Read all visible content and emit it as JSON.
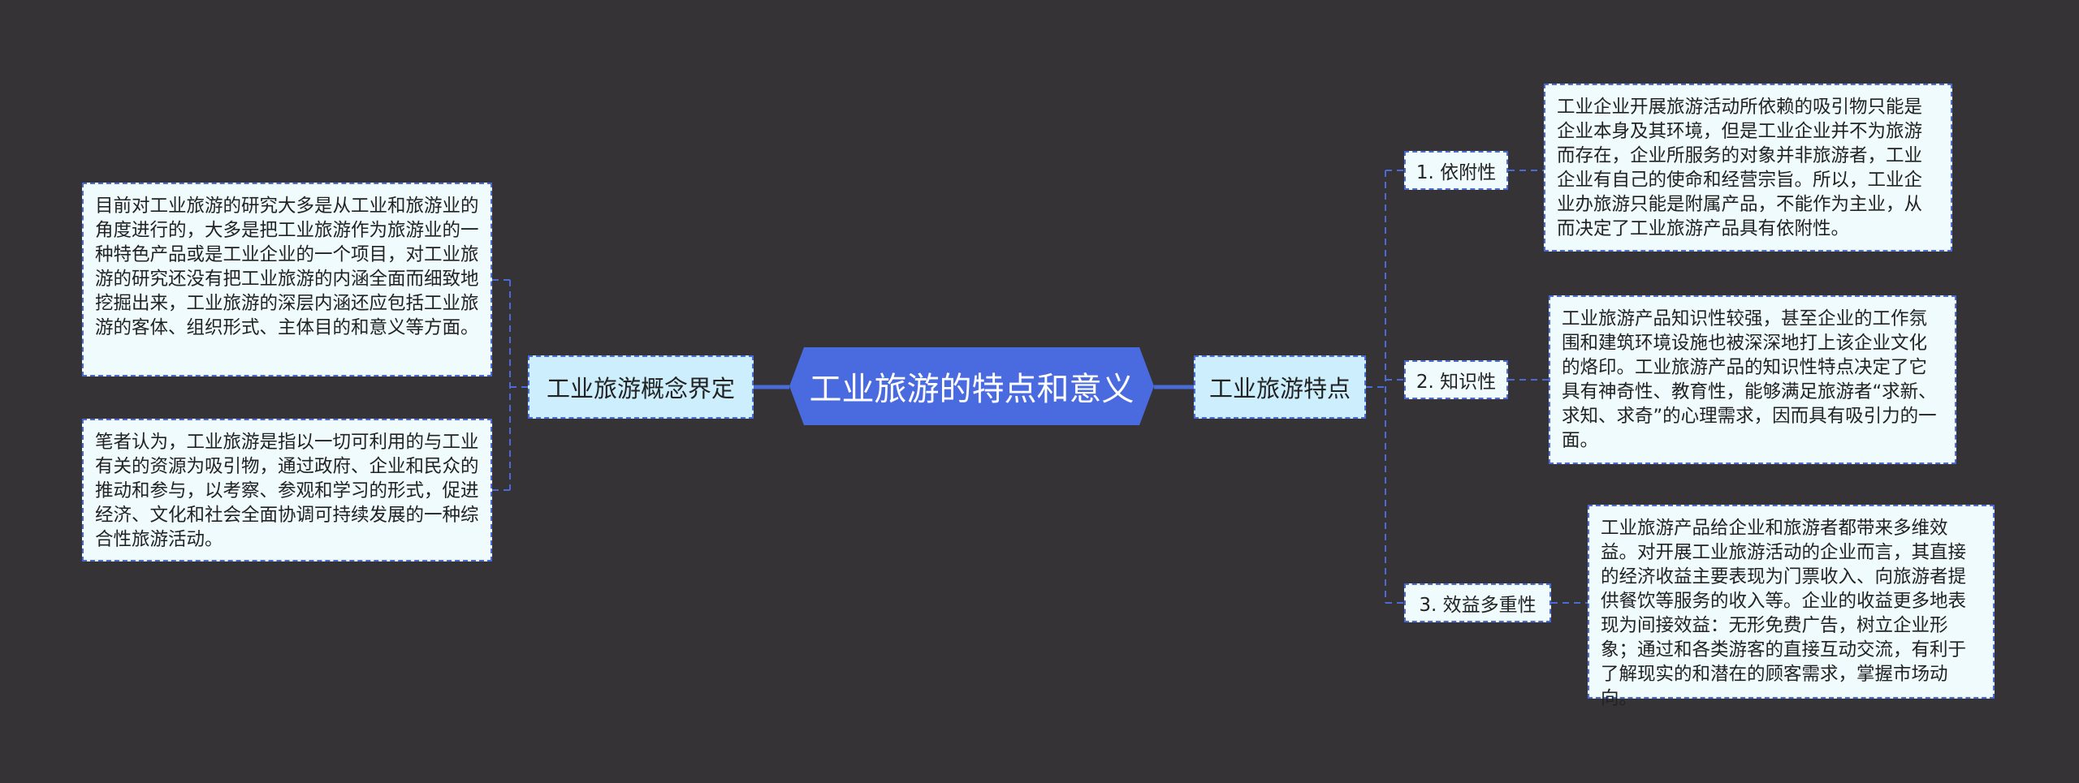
{
  "root": {
    "title": "工业旅游的特点和意义"
  },
  "left": {
    "branch": "工业旅游概念界定",
    "notes": [
      "目前对工业旅游的研究大多是从工业和旅游业的角度进行的，大多是把工业旅游作为旅游业的一种特色产品或是工业企业的一个项目，对工业旅游的研究还没有把工业旅游的内涵全面而细致地挖掘出来，工业旅游的深层内涵还应包括工业旅游的客体、组织形式、主体目的和意义等方面。",
      "笔者认为，工业旅游是指以一切可利用的与工业有关的资源为吸引物，通过政府、企业和民众的推动和参与，以考察、参观和学习的形式，促进经济、文化和社会全面协调可持续发展的一种综合性旅游活动。"
    ]
  },
  "right": {
    "branch": "工业旅游特点",
    "items": [
      {
        "label": "1. 依附性",
        "text": "工业企业开展旅游活动所依赖的吸引物只能是企业本身及其环境，但是工业企业并不为旅游而存在，企业所服务的对象并非旅游者，工业企业有自己的使命和经营宗旨。所以，工业企业办旅游只能是附属产品，不能作为主业，从而决定了工业旅游产品具有依附性。"
      },
      {
        "label": "2. 知识性",
        "text": "工业旅游产品知识性较强，甚至企业的工作氛围和建筑环境设施也被深深地打上该企业文化的烙印。工业旅游产品的知识性特点决定了它具有神奇性、教育性，能够满足旅游者“求新、求知、求奇”的心理需求，因而具有吸引力的一面。"
      },
      {
        "label": "3. 效益多重性",
        "text": "工业旅游产品给企业和旅游者都带来多维效益。对开展工业旅游活动的企业而言，其直接的经济收益主要表现为门票收入、向旅游者提供餐饮等服务的收入等。企业的收益更多地表现为间接效益：无形免费广告，树立企业形象；通过和各类游客的直接互动交流，有利于了解现实的和潜在的顾客需求，掌握市场动向。"
      }
    ]
  },
  "colors": {
    "background": "#353336",
    "accent": "#4a6be0",
    "line": "#4a6ad6",
    "node_fill": "#cdeffd",
    "note_fill": "#f0fbfd"
  }
}
